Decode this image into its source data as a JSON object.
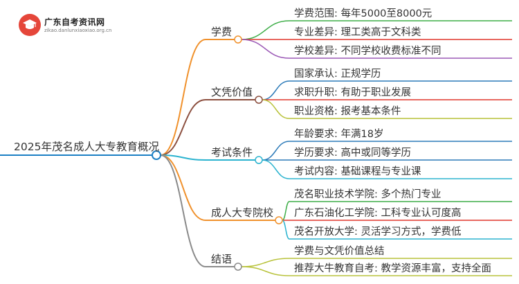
{
  "logo": {
    "title": "广东自考资讯网",
    "url": "zikao.danlunxiaoxiao.org.cn"
  },
  "colors": {
    "root": "#1b7fc4",
    "branch_tuition": "#f0912c",
    "branch_credential": "#8c4f3f",
    "branch_conditions": "#2bb3cf",
    "branch_schools": "#f0912c",
    "branch_conclusion": "#8a8a8a",
    "leaf_green": "#3fae49",
    "leaf_red": "#e0362b",
    "leaf_purple": "#9b59b6",
    "leaf_blue": "#2c7ab8",
    "leaf_olive": "#b8c23a",
    "leaf_teal": "#2bb3cf"
  },
  "mindmap": {
    "root": "2025年茂名成人大专教育概况",
    "branches": [
      {
        "label": "学费",
        "color": "branch_tuition",
        "leaves": [
          {
            "text": "学费范围: 每年5000至8000元",
            "color": "leaf_green"
          },
          {
            "text": "专业差异: 理工类高于文科类",
            "color": "leaf_red"
          },
          {
            "text": "学校差异: 不同学校收费标准不同",
            "color": "leaf_purple"
          }
        ]
      },
      {
        "label": "文凭价值",
        "color": "branch_credential",
        "leaves": [
          {
            "text": "国家承认: 正规学历",
            "color": "leaf_blue"
          },
          {
            "text": "求职升职: 有助于职业发展",
            "color": "leaf_red"
          },
          {
            "text": "职业资格: 报考基本条件",
            "color": "leaf_olive"
          }
        ]
      },
      {
        "label": "考试条件",
        "color": "branch_conditions",
        "leaves": [
          {
            "text": "年龄要求: 年满18岁",
            "color": "leaf_blue"
          },
          {
            "text": "学历要求: 高中或同等学历",
            "color": "leaf_blue"
          },
          {
            "text": "考试内容: 基础课程与专业课",
            "color": "leaf_teal"
          }
        ]
      },
      {
        "label": "成人大专院校",
        "color": "branch_schools",
        "leaves": [
          {
            "text": "茂名职业技术学院: 多个热门专业",
            "color": "leaf_green"
          },
          {
            "text": "广东石油化工学院: 工科专业认可度高",
            "color": "leaf_red"
          },
          {
            "text": "茂名开放大学: 灵活学习方式，学费低",
            "color": "leaf_teal"
          }
        ]
      },
      {
        "label": "结语",
        "color": "branch_conclusion",
        "leaves": [
          {
            "text": "学费与文凭价值总结",
            "color": "leaf_olive"
          },
          {
            "text": "推荐大牛教育自考: 教学资源丰富，支持全面",
            "color": "leaf_olive"
          }
        ]
      }
    ]
  }
}
